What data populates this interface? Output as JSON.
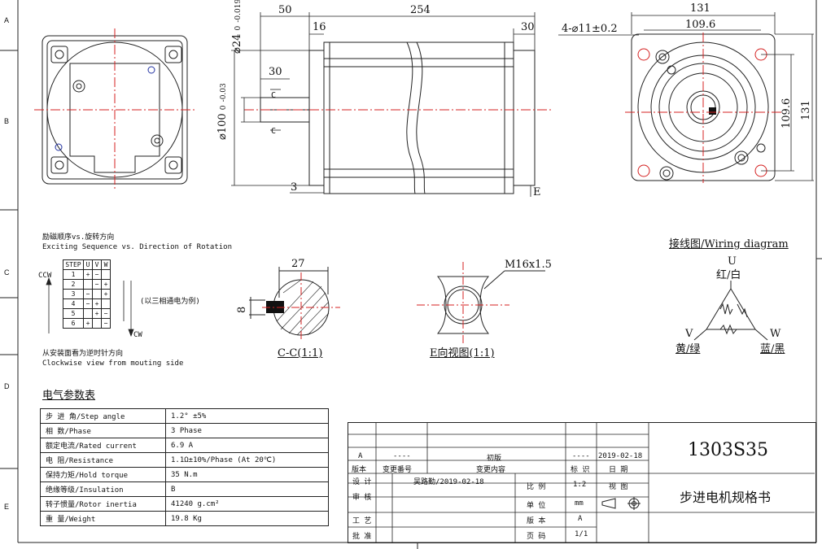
{
  "zone_letters": [
    "A",
    "B",
    "C",
    "D",
    "E"
  ],
  "front_view": {
    "dims": {
      "top_total": "131",
      "top_inner": "109.6",
      "right_inner": "109.6",
      "right_total": "131",
      "holes": "4-⌀11±0.2"
    }
  },
  "side_view": {
    "dims": {
      "shaft_len": "50",
      "body_len": "254",
      "flange_len": "16",
      "rear_len": "30",
      "shaft_dia": "⌀24",
      "shaft_tol_top": "0",
      "shaft_tol_bot": "-0.019",
      "pilot_dia": "⌀100",
      "pilot_tol_top": "0",
      "pilot_tol_bot": "-0.03",
      "key_len": "30",
      "flange_thk": "3"
    },
    "section_marks": {
      "top": "C",
      "bottom": "C",
      "view_e": "E"
    }
  },
  "sequence": {
    "title_cn": "励磁顺序vs.旋转方向",
    "title_en": "Exciting Sequence vs. Direction of Rotation",
    "ccw": "CCW",
    "cw": "CW",
    "note": "(以三相通电为例)",
    "footer_cn": "从安装面看为逆时针方向",
    "footer_en": "Clockwise view from mouting side",
    "header": [
      "STEP",
      "U",
      "V",
      "W"
    ],
    "rows": [
      [
        "1",
        "+",
        "−",
        ""
      ],
      [
        "2",
        "",
        "−",
        "+"
      ],
      [
        "3",
        "−",
        "",
        "+"
      ],
      [
        "4",
        "−",
        "+",
        ""
      ],
      [
        "5",
        "",
        "+",
        "−"
      ],
      [
        "6",
        "+",
        "",
        "−"
      ]
    ]
  },
  "section_cc": {
    "width": "27",
    "key": "8",
    "label": "C-C(1:1)"
  },
  "view_e": {
    "thread": "M16x1.5",
    "label": "E向视图(1:1)"
  },
  "wiring": {
    "title": "接线图/Wiring diagram",
    "u": "U",
    "u_color": "红/白",
    "v": "V",
    "v_color": "黄/绿",
    "w": "W",
    "w_color": "蓝/黑"
  },
  "params": {
    "title": "电气参数表",
    "rows": [
      [
        "步 进 角/Step angle",
        "1.2° ±5%"
      ],
      [
        "相    数/Phase",
        "3   Phase"
      ],
      [
        "额定电流/Rated current",
        "6.9   A"
      ],
      [
        "电    阻/Resistance",
        "1.1Ω±10%/Phase  (At 20℃)"
      ],
      [
        "保持力矩/Hold torque",
        "35 N.m"
      ],
      [
        "绝缘等级/Insulation",
        "B"
      ],
      [
        "转子惯量/Rotor inertia",
        "41240 g.cm²"
      ],
      [
        "重    量/Weight",
        "19.8 Kg"
      ]
    ]
  },
  "title_block": {
    "rev_a": "A",
    "rev_dash": "----",
    "rev_content": "初版",
    "rev_mark": "----",
    "rev_date": "2019-02-18",
    "h_version": "版本",
    "h_change_no": "变更番号",
    "h_change_content": "变更内容",
    "h_mark": "标 识",
    "h_date": "日 期",
    "design": "设  计",
    "designer": "吴路勤/2019-02-18",
    "review": "审  核",
    "process": "工  艺",
    "approve": "批  准",
    "scale_lbl": "比  例",
    "scale": "1:2",
    "unit_lbl": "单  位",
    "unit": "mm",
    "version_lbl": "版  本",
    "version": "A",
    "page_lbl": "页  码",
    "page": "1/1",
    "view_lbl": "视  图",
    "model": "1303S35",
    "doc_title": "步进电机规格书"
  },
  "colors": {
    "line": "#111111",
    "center": "#d42020",
    "hole": "#2030a0"
  }
}
